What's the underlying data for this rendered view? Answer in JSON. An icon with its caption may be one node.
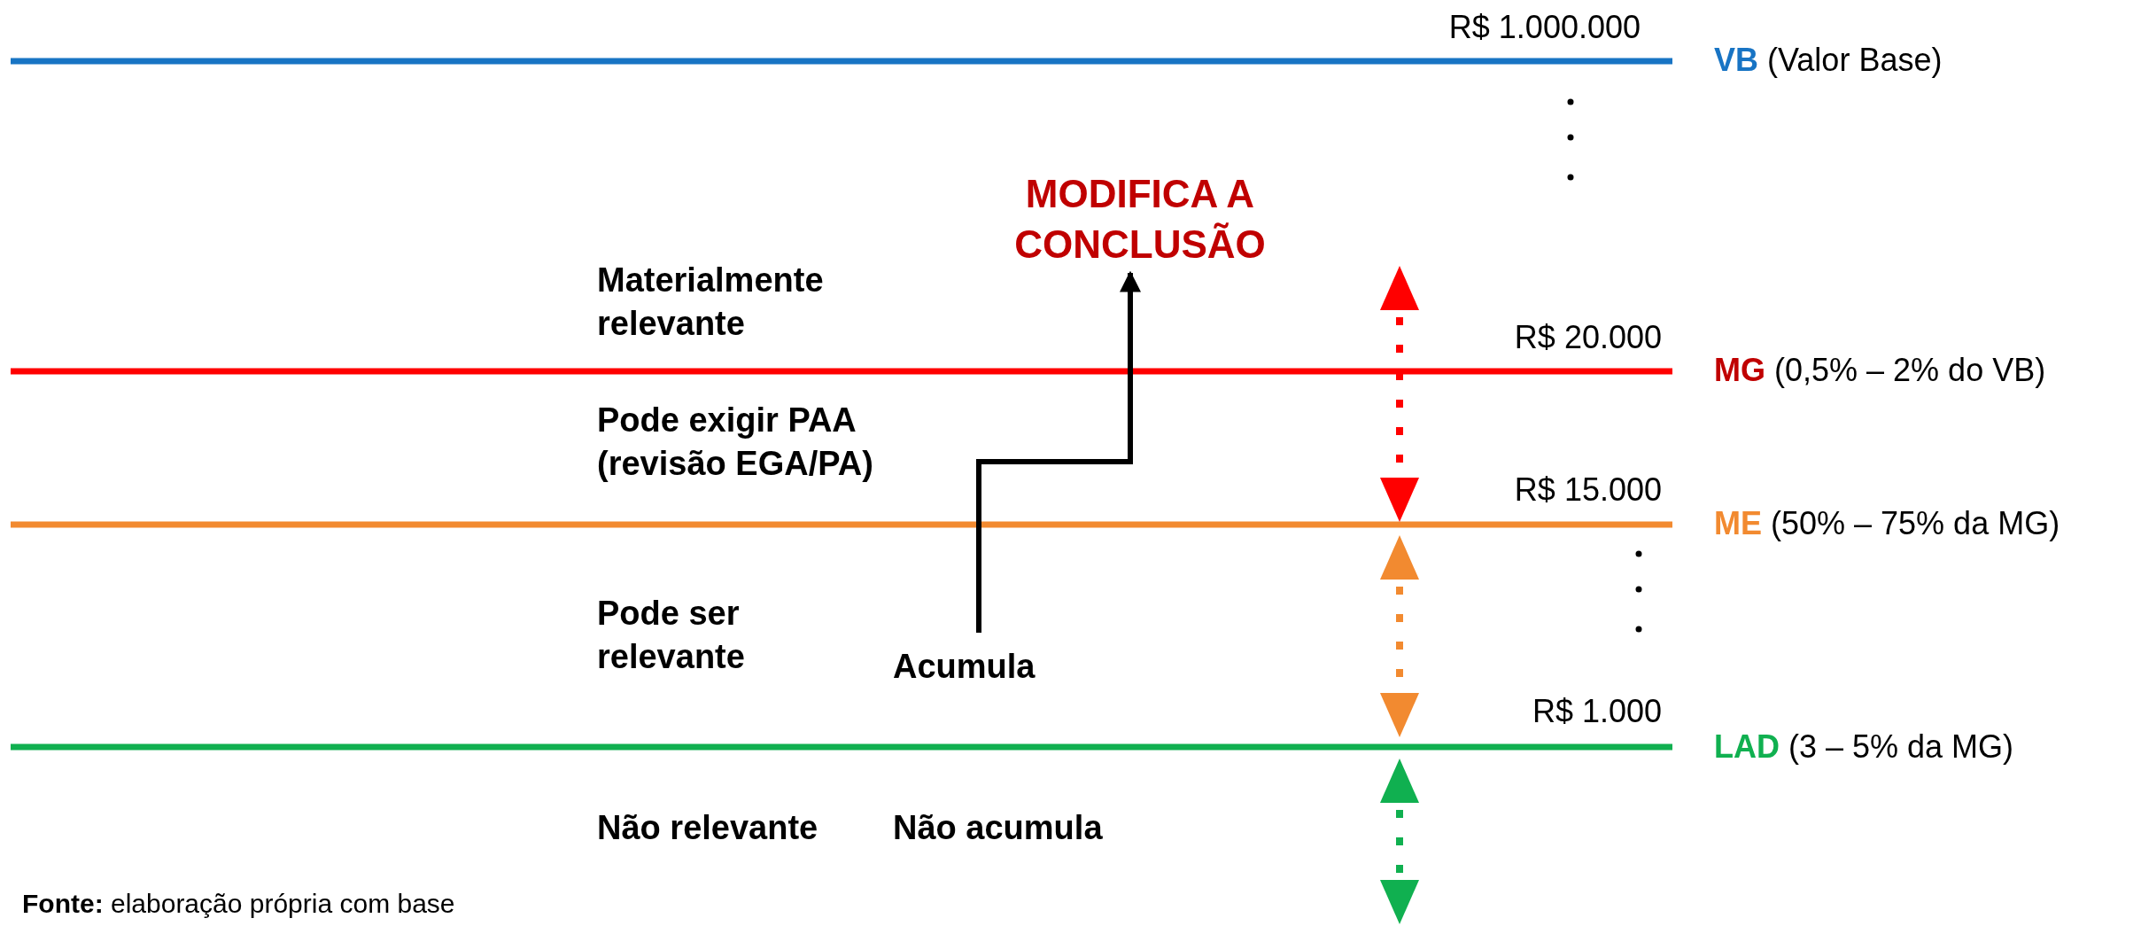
{
  "diagram": {
    "nodes": [
      {
        "text": [
          "MODIFICA A CONCLUSÃO"
        ]
      },
      {
        "text": [
          "Acumula"
        ]
      }
    ],
    "edges": [
      {
        "from": 1,
        "to": 0,
        "arrow": "to"
      }
    ],
    "labels": [
      "R$ 1.000.000",
      "**VB** (Valor Base)",
      "Materialmente relevante",
      "R$ 20.000",
      "**MG** (0,5% – 2% do VB)",
      "Pode exigir PAA (revisão EGA/PA)",
      "R$ 15.000",
      "**ME** (50% – 75% da MG)",
      "Pode ser relevante",
      "R$ 1.000",
      "**LAD** (3 – 5% da MG)",
      "Não relevante",
      "Não acumula",
      "**Fonte:** elaboração própria com base"
    ]
  }
}
